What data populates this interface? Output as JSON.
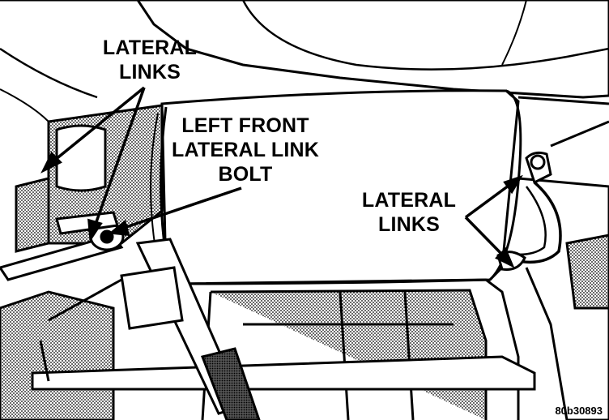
{
  "callouts": {
    "lateral_links_top_left": [
      "LATERAL",
      "LINKS"
    ],
    "left_front_lateral_link_bolt": [
      "LEFT FRONT",
      "LATERAL LINK",
      "BOLT"
    ],
    "lateral_links_right": [
      "LATERAL",
      "LINKS"
    ]
  },
  "figure_code": "80b30893",
  "colors": {
    "ink": "#000000",
    "paper": "#ffffff",
    "shade": "#6e6e6e"
  }
}
